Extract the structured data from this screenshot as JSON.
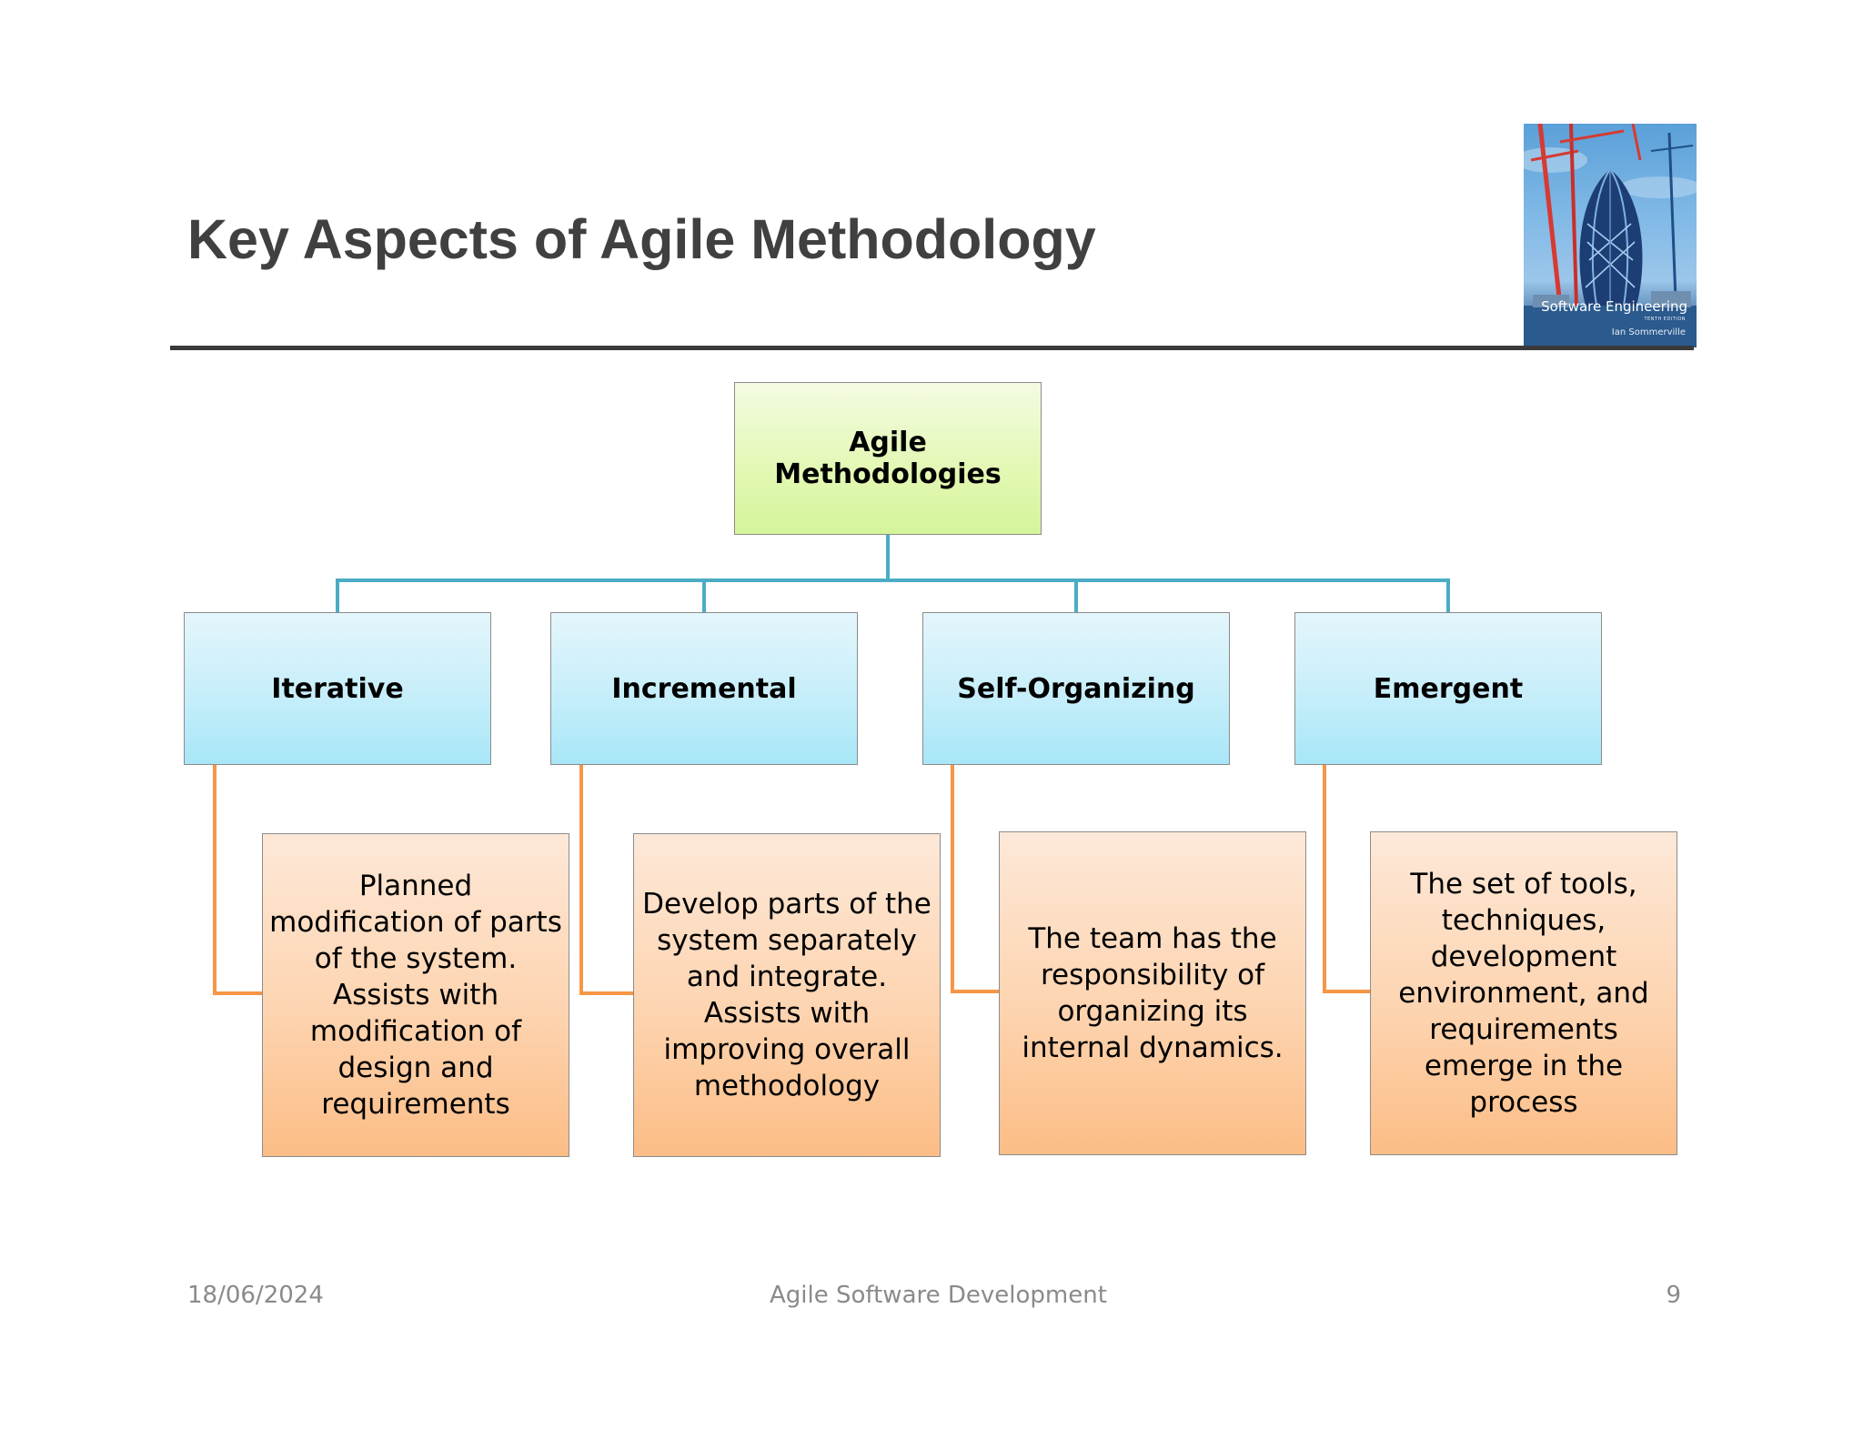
{
  "slide": {
    "title": "Key Aspects of Agile Methodology",
    "book_cover": {
      "title": "Software Engineering",
      "edition": "TENTH EDITION",
      "author": "Ian Sommerville"
    }
  },
  "diagram": {
    "root": "Agile Methodologies",
    "aspects": [
      {
        "label": "Iterative",
        "description": "Planned modification of parts of the system. Assists with modification of design and requirements"
      },
      {
        "label": "Incremental",
        "description": "Develop parts of the system separately and integrate.  Assists with improving overall methodology"
      },
      {
        "label": "Self-Organizing",
        "description": "The team has the responsibility of organizing its internal dynamics."
      },
      {
        "label": "Emergent",
        "description": "The set of tools, techniques, development environment, and requirements emerge in the process"
      }
    ],
    "colors": {
      "root_fill": "#e4f8b6",
      "category_fill": "#c6eefa",
      "description_fill": "#fdd4b0",
      "tree_connector": "#4bacc6",
      "description_connector": "#f79646"
    }
  },
  "footer": {
    "date": "18/06/2024",
    "center": "Agile Software Development",
    "page": "9"
  }
}
